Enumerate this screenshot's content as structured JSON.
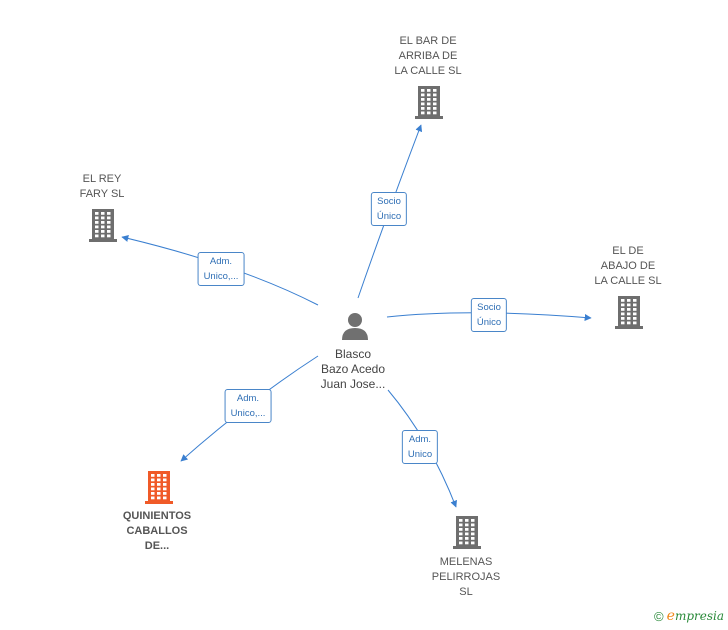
{
  "person": {
    "lines": [
      "Blasco",
      "Bazo Acedo",
      "Juan Jose..."
    ]
  },
  "companies": {
    "bar_arriba": {
      "lines": [
        "EL BAR DE",
        "ARRIBA DE",
        "LA CALLE  SL"
      ]
    },
    "rey_fary": {
      "lines": [
        "EL REY",
        "FARY SL"
      ]
    },
    "abajo": {
      "lines": [
        "EL DE",
        "ABAJO DE",
        "LA CALLE  SL"
      ]
    },
    "quinientos": {
      "lines": [
        "QUINIENTOS",
        "CABALLOS",
        "DE..."
      ]
    },
    "melenas": {
      "lines": [
        "MELENAS",
        "PELIRROJAS",
        "SL"
      ]
    }
  },
  "relations": {
    "to_bar_arriba": [
      "Socio",
      "Único"
    ],
    "to_rey_fary": [
      "Adm.",
      "Unico,..."
    ],
    "to_abajo": [
      "Socio",
      "Único"
    ],
    "to_quinientos": [
      "Adm.",
      "Unico,..."
    ],
    "to_melenas": [
      "Adm.",
      "Unico"
    ]
  },
  "colors": {
    "edge": "#3a7fd0",
    "company_icon": "#6e6e6e",
    "focus_company_icon": "#f05a28",
    "person_icon": "#707070"
  },
  "footer": {
    "copyright": "©",
    "brand_initial": "e",
    "brand_rest": "mpresia"
  }
}
